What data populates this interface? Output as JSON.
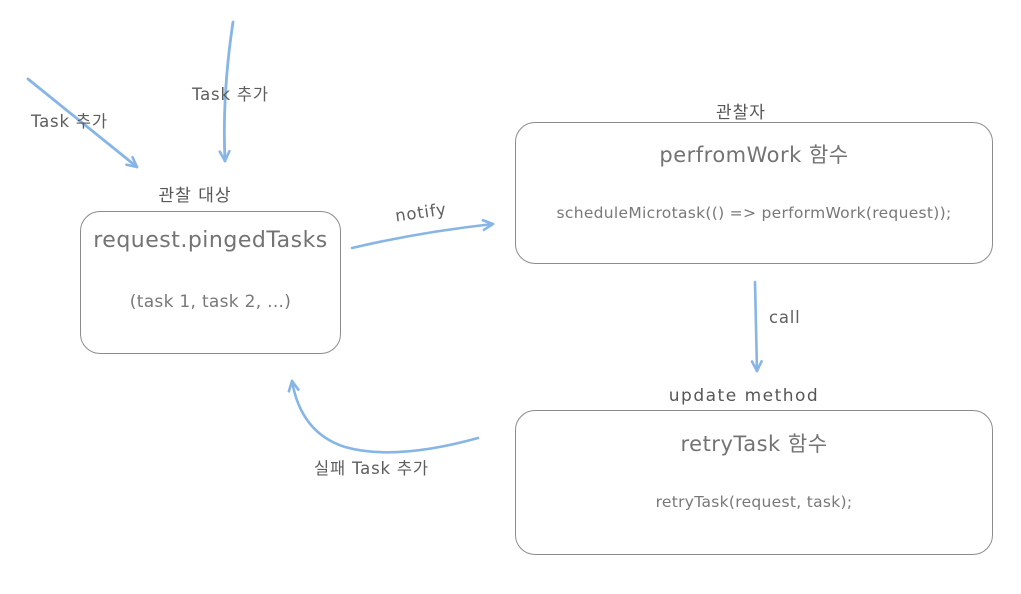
{
  "diagram": {
    "title": "observer-pattern-task-diagram",
    "colors": {
      "arrow_blue": "#87b5e5",
      "box_border": "#8c8c8c",
      "box_text": "#737373",
      "caption_text": "#565656"
    },
    "nodes": [
      {
        "id": "observed-target",
        "caption": "관찰 대상",
        "title": "request.pingedTasks",
        "body": "(task 1, task 2, ...)"
      },
      {
        "id": "observer",
        "caption": "관찰자",
        "title": "perfromWork 함수",
        "body": "scheduleMicrotask(() => performWork(request));"
      },
      {
        "id": "update-method",
        "caption": "update method",
        "title": "retryTask 함수",
        "body": "retryTask(request, task);"
      }
    ],
    "edges": [
      {
        "id": "add-task-diagonal",
        "label": "Task 추가",
        "from": "outside",
        "to": "observed-target"
      },
      {
        "id": "add-task-vertical",
        "label": "Task 추가",
        "from": "outside",
        "to": "observed-target"
      },
      {
        "id": "notify",
        "label": "notify",
        "from": "observed-target",
        "to": "observer"
      },
      {
        "id": "call",
        "label": "call",
        "from": "observer",
        "to": "update-method"
      },
      {
        "id": "failed-task-add",
        "label": "실패 Task 추가",
        "from": "update-method",
        "to": "observed-target"
      }
    ]
  }
}
